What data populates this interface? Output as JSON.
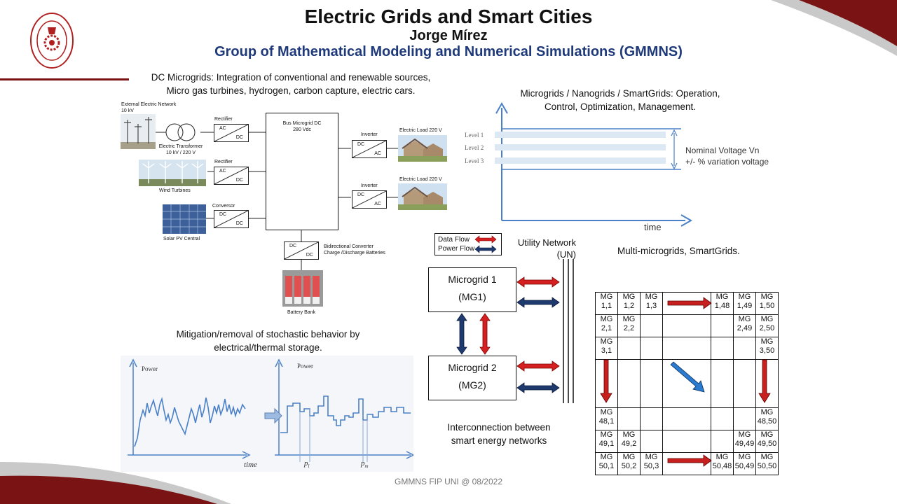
{
  "header": {
    "title": "Electric Grids and Smart Cities",
    "author": "Jorge Mírez",
    "group": "Group of Mathematical Modeling and Numerical Simulations (GMMNS)"
  },
  "microgrid_diagram": {
    "caption_line1": "DC Microgrids: Integration of conventional and renewable sources,",
    "caption_line2": "Micro gas turbines, hydrogen, carbon capture, electric cars.",
    "external_network": "External Electric Network",
    "external_voltage": "10 kV",
    "transformer": "Electric Transformer",
    "transformer_ratio": "10 kV / 220 V",
    "rectifier1": "Rectifier",
    "rectifier2": "Rectifier",
    "wind": "Wind Turbines",
    "conversor": "Conversor",
    "solar": "Solar PV Central",
    "bus_title": "Bus Microgrid DC",
    "bus_voltage": "280 Vdc",
    "inverter1": "Inverter",
    "inverter2": "Inverter",
    "load1": "Electric Load 220 V",
    "load2": "Electric Load 220 V",
    "bidirectional": "Bidirectional Converter",
    "charge": "Charge /Discharge Batteries",
    "battery": "Battery Bank",
    "ac": "AC",
    "dc": "DC"
  },
  "voltage_chart": {
    "caption_line1": "Microgrids / Nanogrids / SmartGrids: Operation,",
    "caption_line2": "Control, Optimization, Management.",
    "levels": [
      "Level 1",
      "Level 2",
      "Level 3"
    ],
    "nominal": "Nominal Voltage Vn",
    "variation": "+/-  % variation voltage",
    "xlabel": "time"
  },
  "storage": {
    "caption_line1": "Mitigation/removal of stochastic behavior by",
    "caption_line2": "electrical/thermal storage.",
    "ylabel_left": "Power",
    "ylabel_right": "Power",
    "xlabel": "time",
    "p1": "p",
    "p1_sub": "l",
    "p2": "p",
    "p2_sub": "m"
  },
  "interconnection": {
    "legend_data": "Data Flow",
    "legend_power": "Power Flow",
    "utility_line1": "Utility Network",
    "utility_line2": "(UN)",
    "mg1_name": "Microgrid 1",
    "mg1_code": "(MG1)",
    "mg2_name": "Microgrid 2",
    "mg2_code": "(MG2)",
    "caption_line1": "Interconnection  between",
    "caption_line2": "smart energy networks",
    "data_color": "#d42020",
    "power_color": "#1f3a6e"
  },
  "multi": {
    "caption": "Multi-microgrids, SmartGrids.",
    "rows": [
      [
        "MG 1,1",
        "MG 1,2",
        "MG 1,3",
        "",
        "MG 1,48",
        "MG 1,49",
        "MG 1,50"
      ],
      [
        "MG 2,1",
        "MG 2,2",
        "",
        "",
        "",
        "MG 2,49",
        "MG 2,50"
      ],
      [
        "MG 3,1",
        "",
        "",
        "",
        "",
        "",
        "MG 3,50"
      ],
      [
        "",
        "",
        "",
        "",
        "",
        "",
        ""
      ],
      [
        "MG 48,1",
        "",
        "",
        "",
        "",
        "",
        "MG 48,50"
      ],
      [
        "MG 49,1",
        "MG 49,2",
        "",
        "",
        "",
        "MG 49,49",
        "MG 49,50"
      ],
      [
        "MG 50,1",
        "MG 50,2",
        "MG 50,3",
        "",
        "MG 50,48",
        "MG 50,49",
        "MG 50,50"
      ]
    ]
  },
  "footer": "GMMNS  FIP UNI @ 08/2022",
  "colors": {
    "accent_red": "#7a1414",
    "title_blue": "#1f3a7a",
    "chart_blue": "#4a80c8"
  }
}
